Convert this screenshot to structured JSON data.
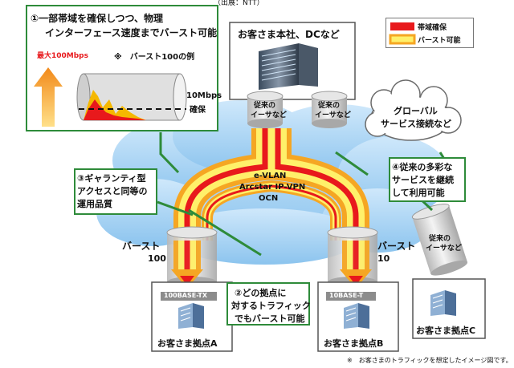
{
  "top_caption": "（出展：NTT）",
  "legend": {
    "items": [
      {
        "label": "帯域確保",
        "color": "#e8191c"
      },
      {
        "label": "バースト可能",
        "color": "#f5a623"
      }
    ]
  },
  "callouts": {
    "c1": {
      "line1": "①一部帯域を確保しつつ、物理",
      "line2": "インターフェース速度までバースト可能"
    },
    "c2": {
      "line1": "②どの拠点に",
      "line2": "対するトラフィック",
      "line3": "でもバースト可能"
    },
    "c3": {
      "line1": "③ギャランティ型",
      "line2": "アクセスと同等の",
      "line3": "運用品質"
    },
    "c4": {
      "line1": "④従来の多彩な",
      "line2": "サービスを継続",
      "line3": "して利用可能"
    }
  },
  "inset": {
    "max_label": "最大100Mbps",
    "example_label": "※　バースト100の例",
    "guarantee_line1": "10Mbps",
    "guarantee_line2": "確保"
  },
  "hq": {
    "title": "お客さま本社、DCなど"
  },
  "cylinders": {
    "hq_left": {
      "line1": "従来の",
      "line2": "イーサなど"
    },
    "hq_right": {
      "line1": "従来の",
      "line2": "イーサなど"
    },
    "right": {
      "line1": "従来の",
      "line2": "イーサなど"
    }
  },
  "global_cloud": {
    "line1": "グローバル",
    "line2": "サービス接続など"
  },
  "network": {
    "line1": "e-VLAN",
    "line2": "Arcstar IP-VPN",
    "line3": "OCN"
  },
  "burst_left": {
    "line1": "バースト",
    "line2": "100"
  },
  "burst_right": {
    "line1": "バースト",
    "line2": "10"
  },
  "ports": {
    "a": "100BASE-TX",
    "b": "10BASE-T"
  },
  "sites": {
    "a": "お客さま拠点A",
    "b": "お客さま拠点B",
    "c": "お客さま拠点C"
  },
  "footnote": "※　お客さまのトラフィックを想定したイメージ図です。"
}
